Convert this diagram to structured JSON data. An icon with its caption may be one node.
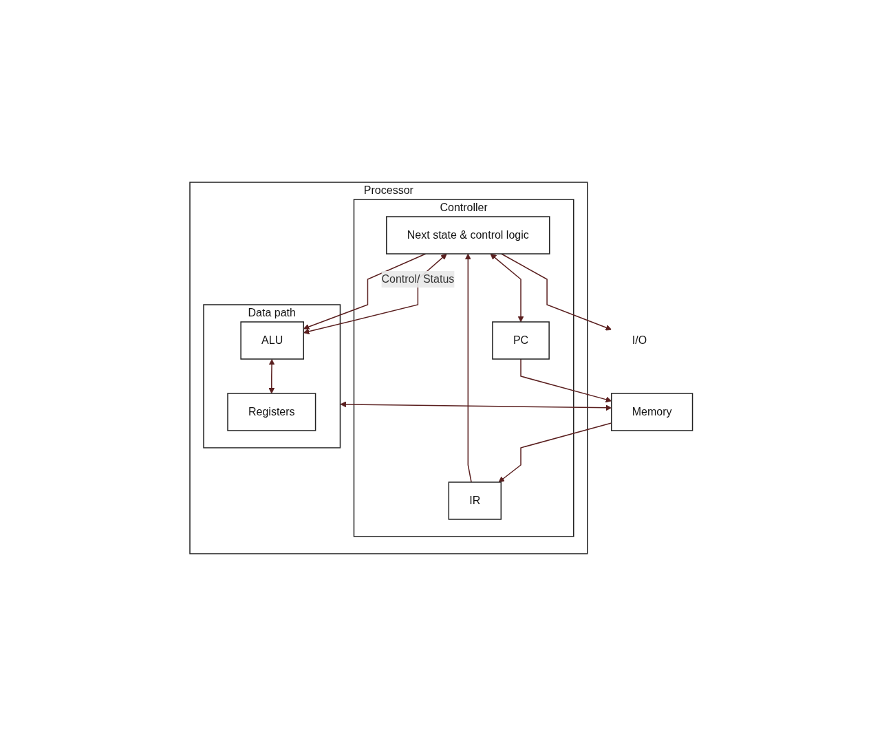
{
  "diagram": {
    "nodes": [
      {
        "text": [
          "Processor"
        ]
      },
      {
        "text": [
          "Controller"
        ],
        "in": 0
      },
      {
        "text": [
          "Next state & control logic"
        ],
        "in": 1
      },
      {
        "text": [
          "PC"
        ],
        "in": 1
      },
      {
        "text": [
          "IR"
        ],
        "in": 1
      },
      {
        "text": [
          "Data path"
        ],
        "in": 0
      },
      {
        "text": [
          "ALU"
        ],
        "in": 5
      },
      {
        "text": [
          "Registers"
        ],
        "in": 5
      },
      {
        "text": [
          "I/O"
        ]
      },
      {
        "text": [
          "Memory"
        ]
      }
    ],
    "edges": [
      {
        "from": 2,
        "to": 6,
        "arrow": "both",
        "label": "Control/ Status"
      },
      {
        "from": 2,
        "to": 6,
        "arrow": "to"
      },
      {
        "from": 2,
        "to": 8,
        "arrow": "to"
      },
      {
        "from": 2,
        "to": 3,
        "arrow": "both"
      },
      {
        "from": 4,
        "to": 2,
        "arrow": "to"
      },
      {
        "from": 3,
        "to": 9,
        "arrow": "to"
      },
      {
        "from": 9,
        "to": 4,
        "arrow": "to"
      },
      {
        "from": 6,
        "to": 7,
        "arrow": "both"
      },
      {
        "from": 5,
        "to": 9,
        "arrow": "both"
      }
    ]
  }
}
